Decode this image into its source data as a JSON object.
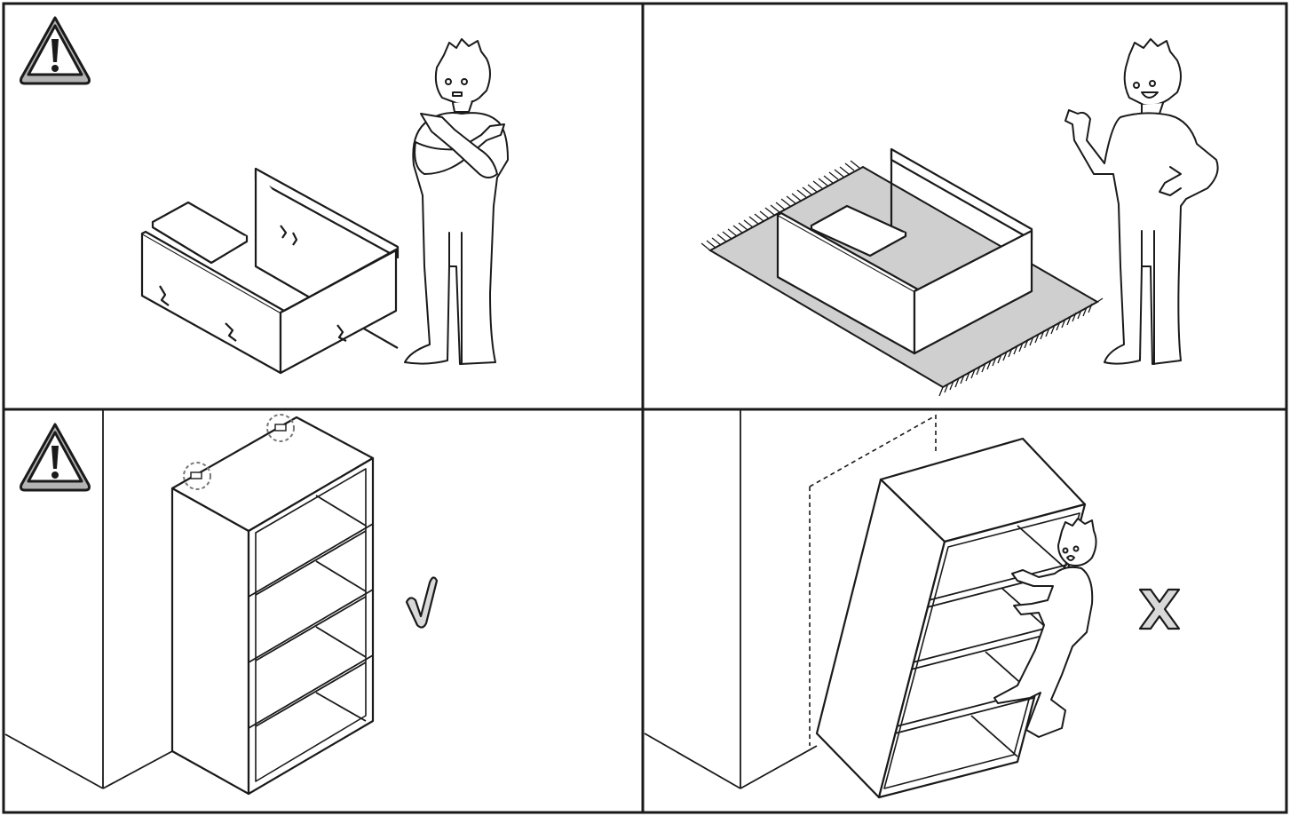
{
  "document": {
    "type": "assembly-instruction-safety-sheet",
    "panels": [
      {
        "id": "panel-1",
        "topic": "do-not-assemble-on-hard-floor",
        "has_warning_icon": true,
        "verdict": "bad"
      },
      {
        "id": "panel-2",
        "topic": "assemble-on-rug",
        "has_warning_icon": false,
        "verdict": "good"
      },
      {
        "id": "panel-3",
        "topic": "anchor-to-wall",
        "has_warning_icon": true,
        "verdict": "good",
        "verdict_icon": "check-icon"
      },
      {
        "id": "panel-4",
        "topic": "do-not-climb",
        "has_warning_icon": false,
        "verdict": "bad",
        "verdict_icon": "cross-icon"
      }
    ],
    "icons": {
      "warning": "warning-triangle-icon",
      "ok": "check-icon",
      "not_ok": "cross-icon"
    },
    "colors": {
      "line": "#1a1a1a",
      "warning_fill": "#b3b3b3",
      "rug": "#cfcfcf",
      "mark_fill": "#d9d9d9"
    }
  }
}
